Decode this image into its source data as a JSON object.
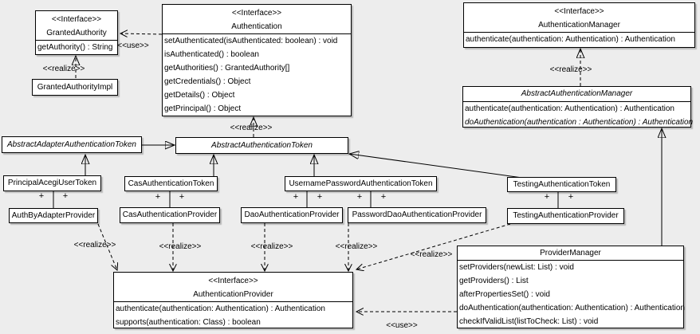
{
  "diagram": {
    "background": "#ededed",
    "box_fill": "#ffffff",
    "line_color": "#000000"
  },
  "labels": {
    "interface": "<<Interface>>",
    "realize": "<<realize>>",
    "use": "<<use>>",
    "plus": "+"
  },
  "classes": {
    "granted_authority": {
      "name": "GrantedAuthority",
      "methods": [
        "getAuthority() : String"
      ]
    },
    "granted_authority_impl": {
      "name": "GrantedAuthorityImpl"
    },
    "authentication": {
      "name": "Authentication",
      "methods": [
        "setAuthenticated(isAuthenticated: boolean) : void",
        "isAuthenticated() : boolean",
        "getAuthorities() : GrantedAuthority[]",
        "getCredentials() : Object",
        "getDetails() : Object",
        "getPrincipal() : Object"
      ]
    },
    "authentication_manager": {
      "name": "AuthenticationManager",
      "methods": [
        "authenticate(authentication: Authentication) : Authentication"
      ]
    },
    "abstract_authentication_manager": {
      "name": "AbstractAuthenticationManager",
      "methods": [
        "authenticate(authentication: Authentication) : Authentication",
        "doAuthentication(authentication : Authentication) : Authentication"
      ]
    },
    "abstract_adapter_authentication_token": {
      "name": "AbstractAdapterAuthenticationToken"
    },
    "abstract_authentication_token": {
      "name": "AbstractAuthenticationToken"
    },
    "principal_acegi_user_token": {
      "name": "PrincipalAcegiUserToken"
    },
    "cas_authentication_token": {
      "name": "CasAuthenticationToken"
    },
    "username_password_authentication_token": {
      "name": "UsernamePasswordAuthenticationToken"
    },
    "testing_authentication_token": {
      "name": "TestingAuthenticationToken"
    },
    "auth_by_adapter_provider": {
      "name": "AuthByAdapterProvider"
    },
    "cas_authentication_provider": {
      "name": "CasAuthenticationProvider"
    },
    "dao_authentication_provider": {
      "name": "DaoAuthenticationProvider"
    },
    "password_dao_authentication_provider": {
      "name": "PasswordDaoAuthenticationProvider"
    },
    "testing_authentication_provider": {
      "name": "TestingAuthenticationProvider"
    },
    "authentication_provider": {
      "name": "AuthenticationProvider",
      "methods": [
        "authenticate(authentication: Authentication) : Authentication",
        "supports(authentication: Class) : boolean"
      ]
    },
    "provider_manager": {
      "name": "ProviderManager",
      "methods": [
        "setProviders(newList: List) : void",
        "getProviders() : List",
        "afterPropertiesSet() : void",
        "doAuthentication(authentication: Authentication) : Authentication",
        "checkIfValidList(listToCheck: List) : void"
      ]
    }
  }
}
